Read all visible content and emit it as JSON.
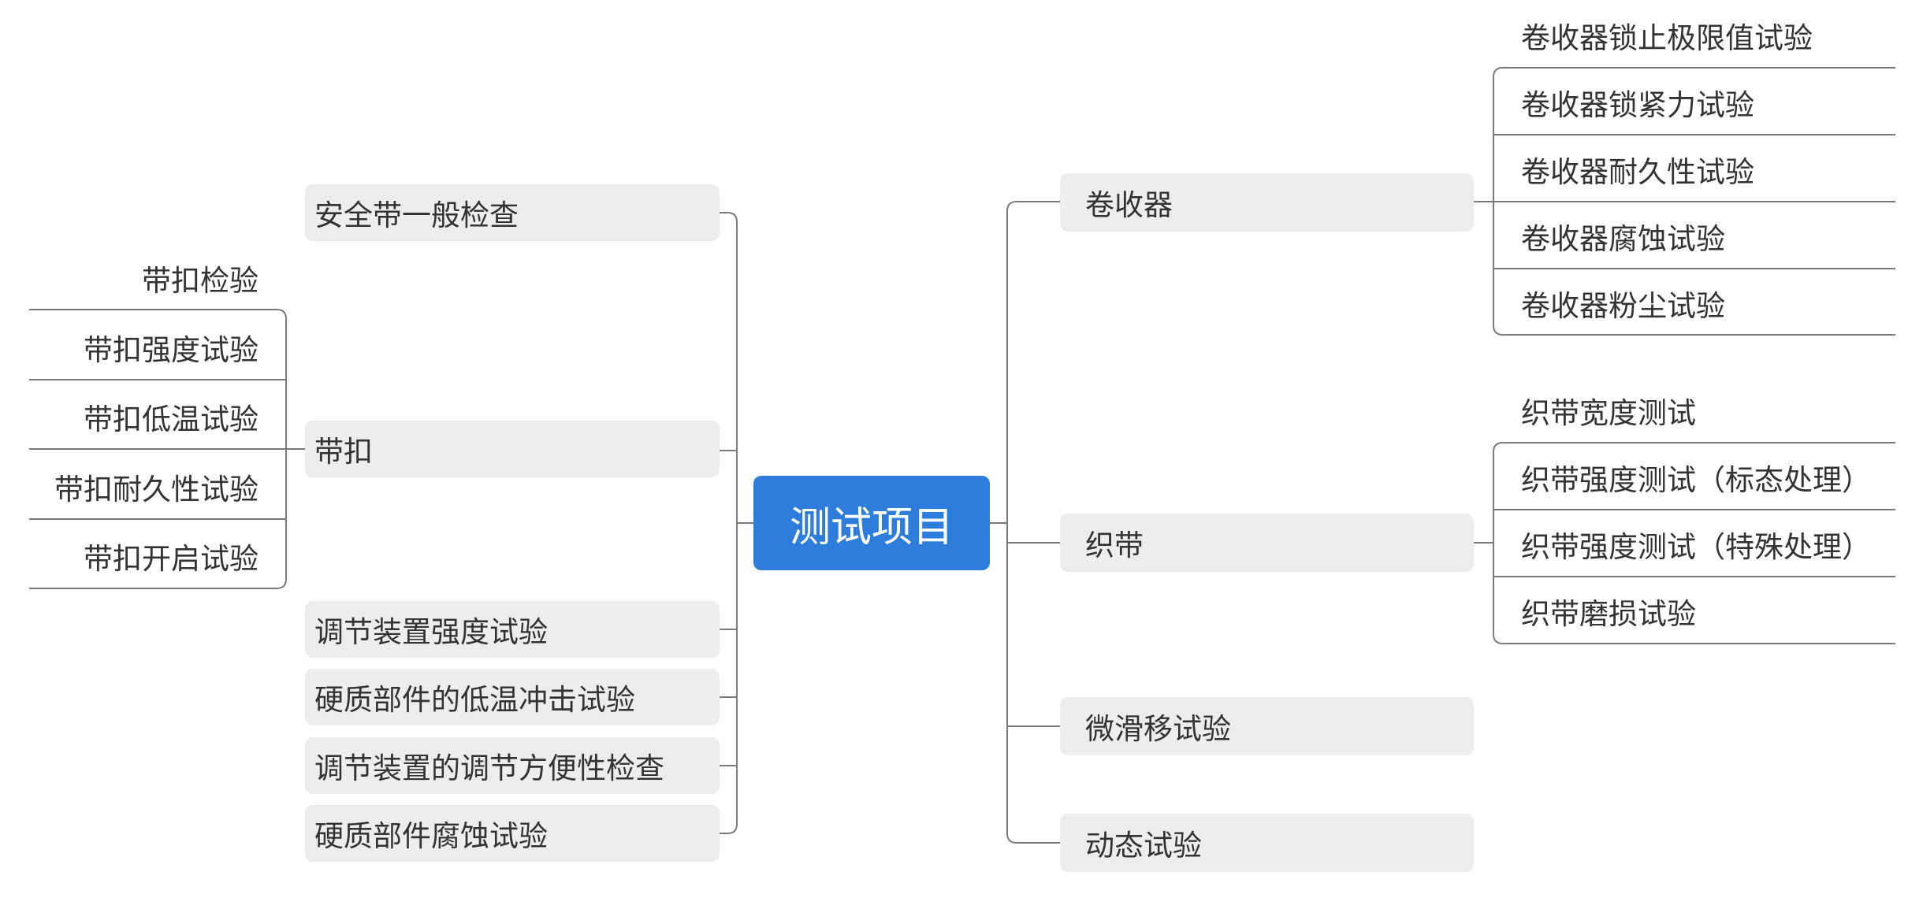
{
  "root": "测试项目",
  "left": {
    "general_check": "安全带一般检查",
    "buckle": {
      "label": "带扣",
      "children": [
        "带扣检验",
        "带扣强度试验",
        "带扣低温试验",
        "带扣耐久性试验",
        "带扣开启试验"
      ]
    },
    "adjuster_strength": "调节装置强度试验",
    "hard_parts_cold_impact": "硬质部件的低温冲击试验",
    "adjuster_convenience": "调节装置的调节方便性检查",
    "hard_parts_corrosion": "硬质部件腐蚀试验"
  },
  "right": {
    "retractor": {
      "label": "卷收器",
      "children": [
        "卷收器锁止极限值试验",
        "卷收器锁紧力试验",
        "卷收器耐久性试验",
        "卷收器腐蚀试验",
        "卷收器粉尘试验"
      ]
    },
    "webbing": {
      "label": "织带",
      "children": [
        "织带宽度测试",
        "织带强度测试（标态处理）",
        "织带强度测试（特殊处理）",
        "织带磨损试验"
      ]
    },
    "micro_slip": "微滑移试验",
    "dynamic": "动态试验"
  }
}
